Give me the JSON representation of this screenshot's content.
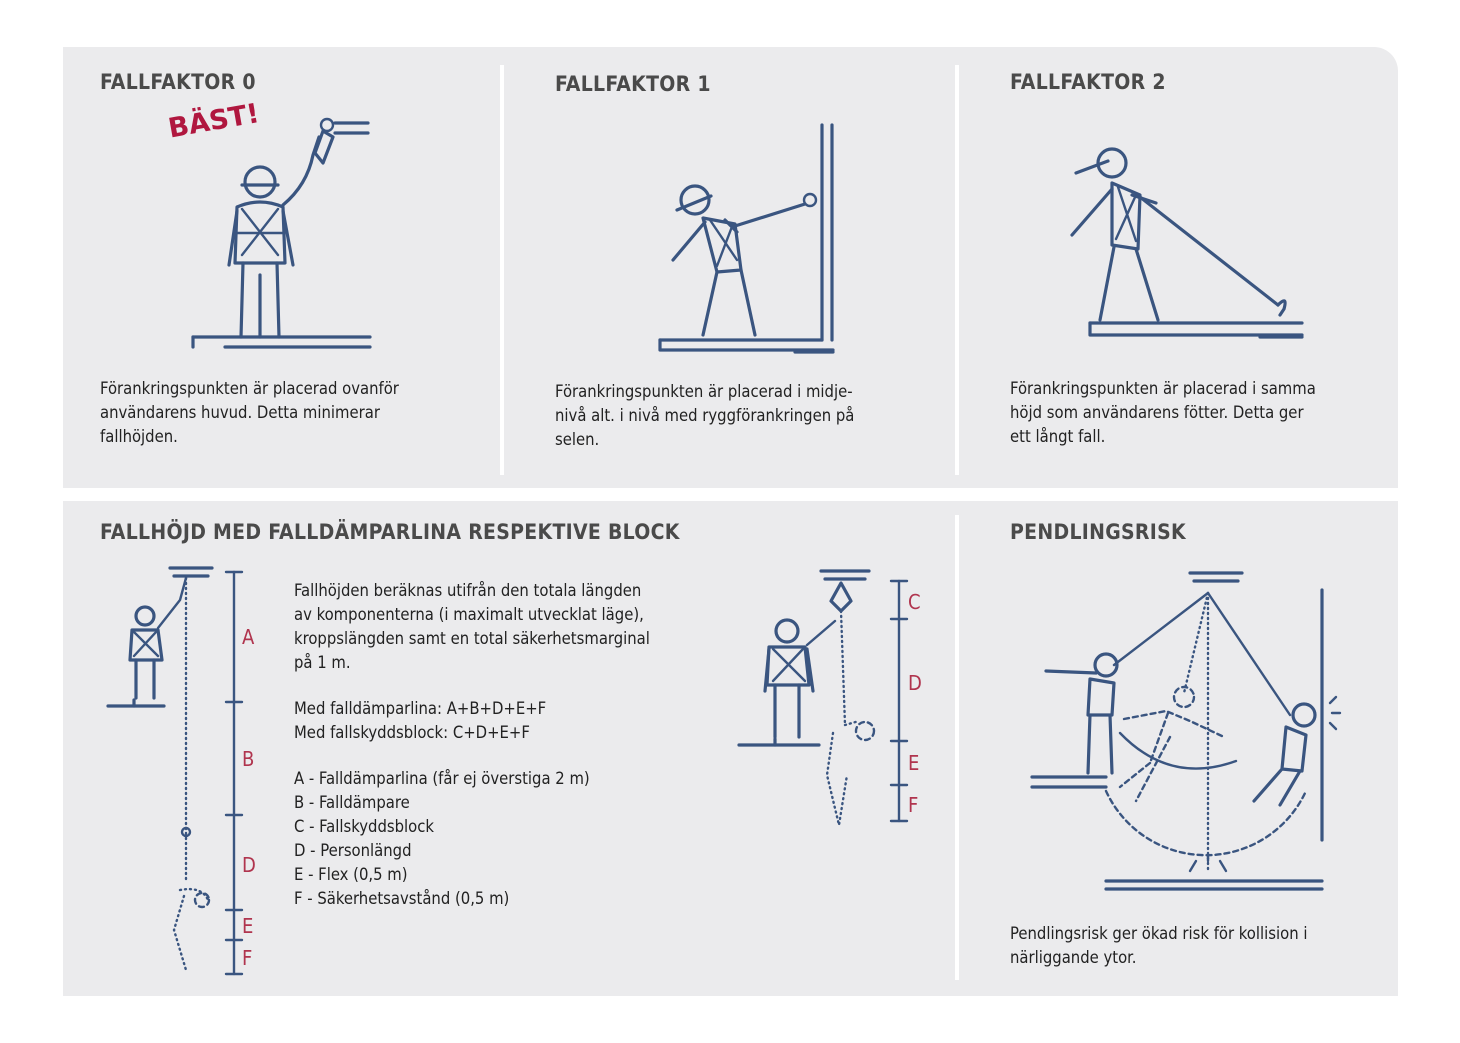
{
  "factors": [
    {
      "title": "FALLFAKTOR 0",
      "badge": "BÄST!",
      "text": "Förankringspunkten är placerad ovanför\nanvändarens huvud. Detta minimerar\nfallhöjden."
    },
    {
      "title": "FALLFAKTOR 1",
      "text": "Förankringspunkten är placerad i midje-\nnivå alt. i nivå med ryggförankringen på\nselen."
    },
    {
      "title": "FALLFAKTOR 2",
      "text": "Förankringspunkten är placerad i samma\nhöjd som användarens fötter. Detta ger\nett långt fall."
    }
  ],
  "fallheight": {
    "title": "FALLHÖJD MED FALLDÄMPARLINA RESPEKTIVE BLOCK",
    "intro": "Fallhöjden beräknas utifrån den totala längden\nav komponenterna (i maximalt utvecklat läge),\nkroppslängden samt en  total säkerhetsmarginal\npå 1 m.",
    "formulas": "Med falldämparlina: A+B+D+E+F\nMed fallskyddsblock: C+D+E+F",
    "legend": "A - Falldämparlina (får ej överstiga 2 m)\nB - Falldämpare\nC - Fallskyddsblock\nD - Personlängd\nE - Flex (0,5 m)\nF - Säkerhetsavstånd (0,5 m)",
    "lanyard_labels": [
      "A",
      "B",
      "D",
      "E",
      "F"
    ],
    "block_labels": [
      "C",
      "D",
      "E",
      "F"
    ]
  },
  "pendulum": {
    "title": "PENDLINGSRISK",
    "text": "Pendlingsrisk ger ökad risk för kollision i\nnärliggande ytor."
  },
  "colors": {
    "panel": "#ebebed",
    "illustration": "#3a5580",
    "accent": "#b0173f",
    "heading": "#4a4a4a"
  }
}
